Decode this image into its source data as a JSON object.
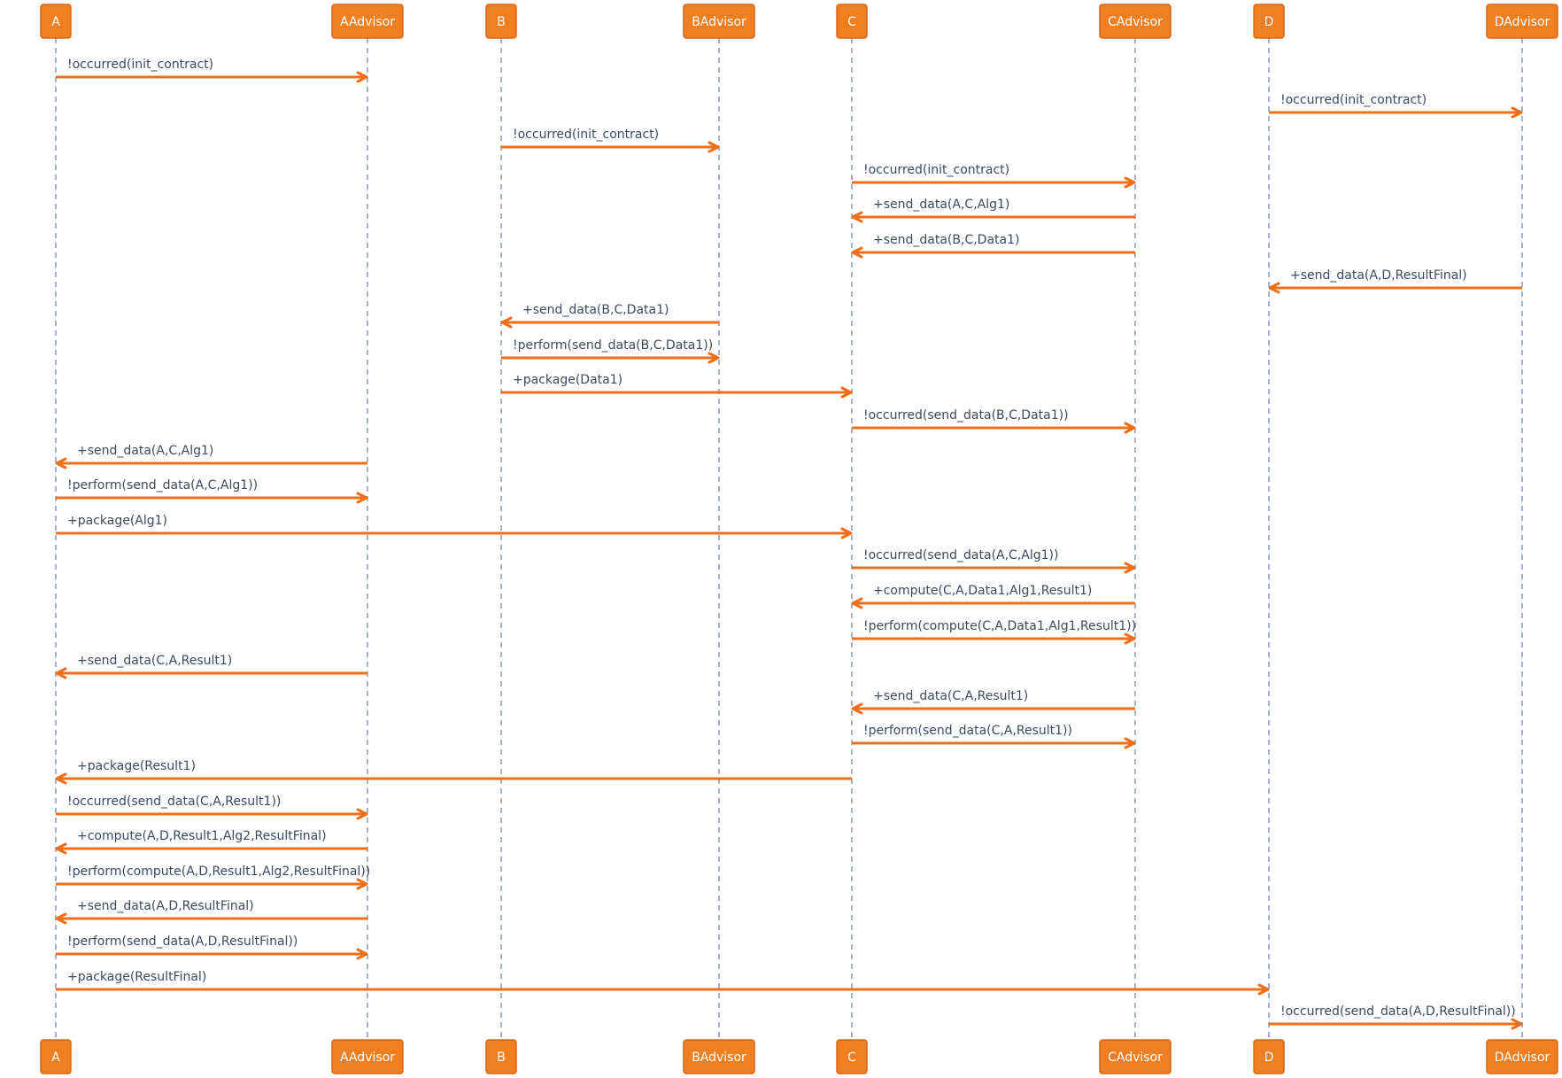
{
  "participants": [
    "A",
    "AAdvisor",
    "B",
    "BAdvisor",
    "C",
    "CAdvisor",
    "D",
    "DAdvisor"
  ],
  "colors": {
    "participant_fill": "#f07f22",
    "participant_text": "#ffffff",
    "lifeline": "#a7b1c7",
    "arrow": "#ee6f18",
    "label_text": "#3d4a5c"
  },
  "messages": [
    {
      "from": "A",
      "to": "AAdvisor",
      "label": "!occurred(init_contract)"
    },
    {
      "from": "D",
      "to": "DAdvisor",
      "label": "!occurred(init_contract)"
    },
    {
      "from": "B",
      "to": "BAdvisor",
      "label": "!occurred(init_contract)"
    },
    {
      "from": "C",
      "to": "CAdvisor",
      "label": "!occurred(init_contract)"
    },
    {
      "from": "CAdvisor",
      "to": "C",
      "label": "+send_data(A,C,Alg1)"
    },
    {
      "from": "CAdvisor",
      "to": "C",
      "label": "+send_data(B,C,Data1)"
    },
    {
      "from": "DAdvisor",
      "to": "D",
      "label": "+send_data(A,D,ResultFinal)"
    },
    {
      "from": "BAdvisor",
      "to": "B",
      "label": "+send_data(B,C,Data1)"
    },
    {
      "from": "B",
      "to": "BAdvisor",
      "label": "!perform(send_data(B,C,Data1))"
    },
    {
      "from": "B",
      "to": "C",
      "label": "+package(Data1)"
    },
    {
      "from": "C",
      "to": "CAdvisor",
      "label": "!occurred(send_data(B,C,Data1))"
    },
    {
      "from": "AAdvisor",
      "to": "A",
      "label": "+send_data(A,C,Alg1)"
    },
    {
      "from": "A",
      "to": "AAdvisor",
      "label": "!perform(send_data(A,C,Alg1))"
    },
    {
      "from": "A",
      "to": "C",
      "label": "+package(Alg1)"
    },
    {
      "from": "C",
      "to": "CAdvisor",
      "label": "!occurred(send_data(A,C,Alg1))"
    },
    {
      "from": "CAdvisor",
      "to": "C",
      "label": "+compute(C,A,Data1,Alg1,Result1)"
    },
    {
      "from": "C",
      "to": "CAdvisor",
      "label": "!perform(compute(C,A,Data1,Alg1,Result1))"
    },
    {
      "from": "AAdvisor",
      "to": "A",
      "label": "+send_data(C,A,Result1)"
    },
    {
      "from": "CAdvisor",
      "to": "C",
      "label": "+send_data(C,A,Result1)"
    },
    {
      "from": "C",
      "to": "CAdvisor",
      "label": "!perform(send_data(C,A,Result1))"
    },
    {
      "from": "C",
      "to": "A",
      "label": "+package(Result1)"
    },
    {
      "from": "A",
      "to": "AAdvisor",
      "label": "!occurred(send_data(C,A,Result1))"
    },
    {
      "from": "AAdvisor",
      "to": "A",
      "label": "+compute(A,D,Result1,Alg2,ResultFinal)"
    },
    {
      "from": "A",
      "to": "AAdvisor",
      "label": "!perform(compute(A,D,Result1,Alg2,ResultFinal))"
    },
    {
      "from": "AAdvisor",
      "to": "A",
      "label": "+send_data(A,D,ResultFinal)"
    },
    {
      "from": "A",
      "to": "AAdvisor",
      "label": "!perform(send_data(A,D,ResultFinal))"
    },
    {
      "from": "A",
      "to": "D",
      "label": "+package(ResultFinal)"
    },
    {
      "from": "D",
      "to": "DAdvisor",
      "label": "!occurred(send_data(A,D,ResultFinal))"
    }
  ]
}
